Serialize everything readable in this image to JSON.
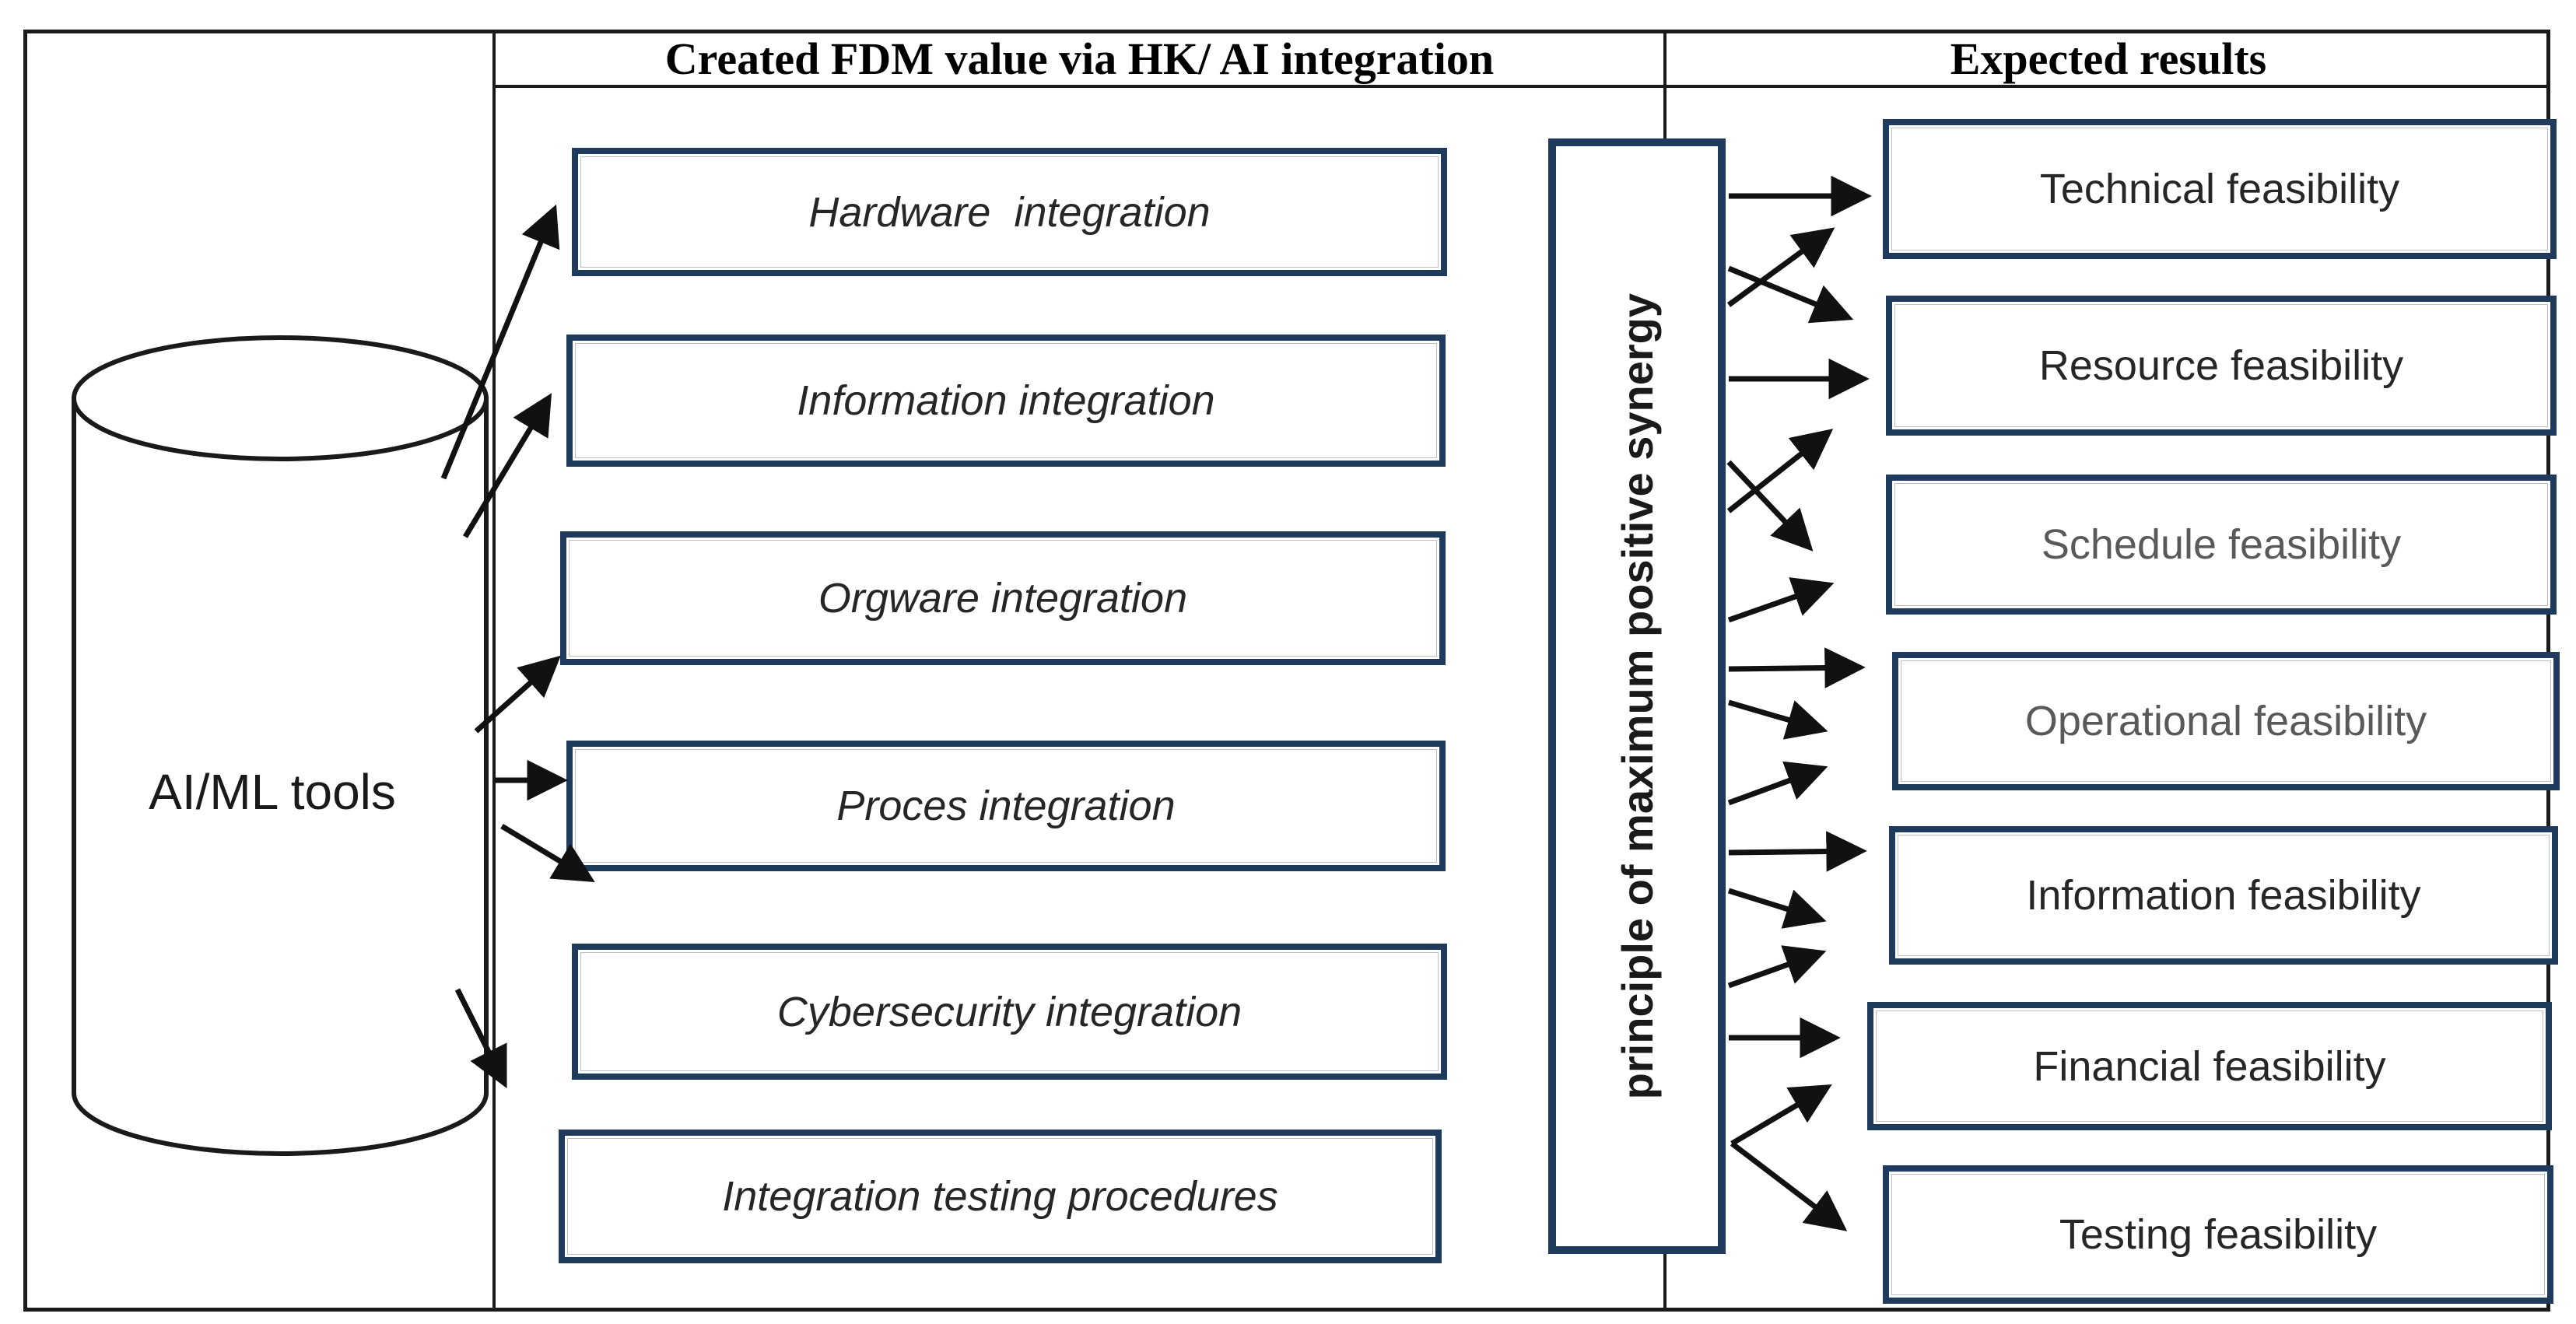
{
  "columns": {
    "middle_header": "Created FDM value via HK/ AI integration",
    "right_header": "Expected results"
  },
  "source": {
    "shape": "cylinder",
    "label": "AI/ML tools"
  },
  "integration": {
    "boxes": [
      {
        "label": "Hardware  integration"
      },
      {
        "label": "Information integration"
      },
      {
        "label": "Orgware integration"
      },
      {
        "label": "Proces integration"
      },
      {
        "label": "Cybersecurity integration"
      },
      {
        "label": "Integration testing procedures"
      }
    ]
  },
  "synergy": {
    "label": "principle of maximum positive synergy"
  },
  "results": {
    "boxes": [
      {
        "label": "Technical feasibility",
        "muted": false
      },
      {
        "label": "Resource feasibility",
        "muted": false
      },
      {
        "label": "Schedule feasibility",
        "muted": true
      },
      {
        "label": "Operational feasibility",
        "muted": true
      },
      {
        "label": "Information feasibility",
        "muted": false
      },
      {
        "label": "Financial feasibility",
        "muted": false
      },
      {
        "label": "Testing feasibility",
        "muted": false
      }
    ]
  },
  "colors": {
    "box_border": "#1e3a5c",
    "text": "#262626",
    "muted_text": "#595959",
    "line": "#111111"
  }
}
